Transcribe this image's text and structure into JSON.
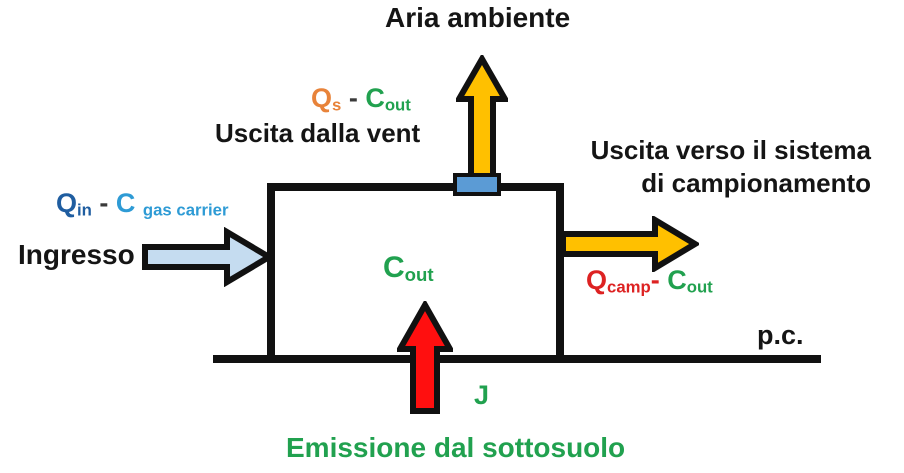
{
  "labels": {
    "aria_ambiente": "Aria ambiente",
    "uscita_vent": "Uscita dalla vent",
    "uscita_sistema_line1": "Uscita verso il sistema",
    "uscita_sistema_line2": "di campionamento",
    "ingresso": "Ingresso",
    "pc": "p.c.",
    "j": "J",
    "emissione": "Emissione dal sottosuolo"
  },
  "formulas": {
    "vent_flow": {
      "q": "Q",
      "q_sub": "s",
      "sep": " - ",
      "c": "C",
      "c_sub": "out"
    },
    "inlet_flow": {
      "q": "Q",
      "q_sub": "in",
      "sep": " - ",
      "c": "C",
      "c_sub": "gas carrier"
    },
    "camp_flow": {
      "q": "Q",
      "q_sub": "camp",
      "sep": "- ",
      "c": "C",
      "c_sub": "out"
    },
    "chamber_conc": {
      "c": "C",
      "c_sub": "out"
    }
  },
  "icons": {
    "vent_arrow": "up-arrow",
    "sampling_arrow": "right-arrow",
    "inlet_arrow": "right-arrow",
    "flux_arrow": "up-arrow"
  },
  "colors": {
    "gold": "#FFC000",
    "inlet_blue": "#C5DCF0",
    "flux_red": "#FF0F0F",
    "vent_blue": "#5B9BD5",
    "green_text": "#21A14F",
    "orange_text": "#E8833A",
    "dark_blue_text": "#1F5DA0",
    "light_blue_text": "#2E9BD5",
    "red_text": "#DD2222",
    "outline_black": "#111111"
  }
}
